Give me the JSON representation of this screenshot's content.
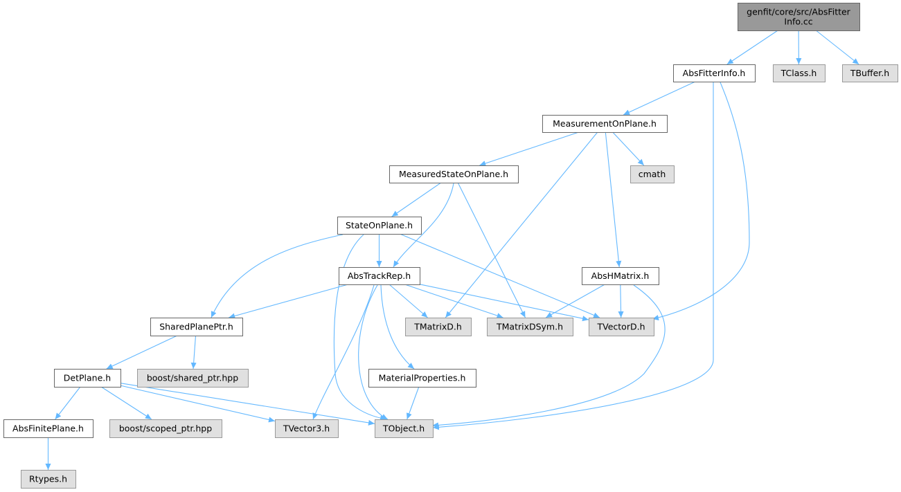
{
  "colors": {
    "root_fill": "#999999",
    "root_stroke": "#666666",
    "local_fill": "#ffffff",
    "local_stroke": "#666666",
    "external_fill": "#e0e0e0",
    "external_stroke": "#999999",
    "edge": "#63b8ff",
    "text": "#000000"
  },
  "nodes": [
    {
      "id": "root",
      "kind": "root",
      "lines": [
        "genfit/core/src/AbsFitter",
        "Info.cc"
      ]
    },
    {
      "id": "absfitterinfo",
      "kind": "local",
      "lines": [
        "AbsFitterInfo.h"
      ]
    },
    {
      "id": "tclass",
      "kind": "external",
      "lines": [
        "TClass.h"
      ]
    },
    {
      "id": "tbuffer",
      "kind": "external",
      "lines": [
        "TBuffer.h"
      ]
    },
    {
      "id": "measurementonplane",
      "kind": "local",
      "lines": [
        "MeasurementOnPlane.h"
      ]
    },
    {
      "id": "measuredstateonplane",
      "kind": "local",
      "lines": [
        "MeasuredStateOnPlane.h"
      ]
    },
    {
      "id": "cmath",
      "kind": "external",
      "lines": [
        "cmath"
      ]
    },
    {
      "id": "stateonplane",
      "kind": "local",
      "lines": [
        "StateOnPlane.h"
      ]
    },
    {
      "id": "abstrackrep",
      "kind": "local",
      "lines": [
        "AbsTrackRep.h"
      ]
    },
    {
      "id": "abshmatrix",
      "kind": "local",
      "lines": [
        "AbsHMatrix.h"
      ]
    },
    {
      "id": "sharedplaneptr",
      "kind": "local",
      "lines": [
        "SharedPlanePtr.h"
      ]
    },
    {
      "id": "tmatrixd",
      "kind": "external",
      "lines": [
        "TMatrixD.h"
      ]
    },
    {
      "id": "tmatrixdsym",
      "kind": "external",
      "lines": [
        "TMatrixDSym.h"
      ]
    },
    {
      "id": "tvectord",
      "kind": "external",
      "lines": [
        "TVectorD.h"
      ]
    },
    {
      "id": "detplane",
      "kind": "local",
      "lines": [
        "DetPlane.h"
      ]
    },
    {
      "id": "boostshared",
      "kind": "external",
      "lines": [
        "boost/shared_ptr.hpp"
      ]
    },
    {
      "id": "materialproperties",
      "kind": "local",
      "lines": [
        "MaterialProperties.h"
      ]
    },
    {
      "id": "absfiniteplane",
      "kind": "local",
      "lines": [
        "AbsFinitePlane.h"
      ]
    },
    {
      "id": "boostscoped",
      "kind": "external",
      "lines": [
        "boost/scoped_ptr.hpp"
      ]
    },
    {
      "id": "tvector3",
      "kind": "external",
      "lines": [
        "TVector3.h"
      ]
    },
    {
      "id": "tobject",
      "kind": "external",
      "lines": [
        "TObject.h"
      ]
    },
    {
      "id": "rtypes",
      "kind": "external",
      "lines": [
        "Rtypes.h"
      ]
    }
  ],
  "edges": [
    {
      "from": "root",
      "to": "absfitterinfo"
    },
    {
      "from": "root",
      "to": "tclass"
    },
    {
      "from": "root",
      "to": "tbuffer"
    },
    {
      "from": "absfitterinfo",
      "to": "measurementonplane"
    },
    {
      "from": "absfitterinfo",
      "to": "tvectord"
    },
    {
      "from": "absfitterinfo",
      "to": "tobject"
    },
    {
      "from": "measurementonplane",
      "to": "measuredstateonplane"
    },
    {
      "from": "measurementonplane",
      "to": "cmath"
    },
    {
      "from": "measurementonplane",
      "to": "abshmatrix"
    },
    {
      "from": "measurementonplane",
      "to": "tmatrixd"
    },
    {
      "from": "measuredstateonplane",
      "to": "stateonplane"
    },
    {
      "from": "measuredstateonplane",
      "to": "abstrackrep"
    },
    {
      "from": "measuredstateonplane",
      "to": "tmatrixdsym"
    },
    {
      "from": "stateonplane",
      "to": "abstrackrep"
    },
    {
      "from": "stateonplane",
      "to": "sharedplaneptr"
    },
    {
      "from": "stateonplane",
      "to": "tvectord"
    },
    {
      "from": "stateonplane",
      "to": "tobject"
    },
    {
      "from": "abstrackrep",
      "to": "sharedplaneptr"
    },
    {
      "from": "abstrackrep",
      "to": "tmatrixd"
    },
    {
      "from": "abstrackrep",
      "to": "tmatrixdsym"
    },
    {
      "from": "abstrackrep",
      "to": "tvectord"
    },
    {
      "from": "abstrackrep",
      "to": "materialproperties"
    },
    {
      "from": "abstrackrep",
      "to": "tvector3"
    },
    {
      "from": "abstrackrep",
      "to": "tobject"
    },
    {
      "from": "abshmatrix",
      "to": "tmatrixdsym"
    },
    {
      "from": "abshmatrix",
      "to": "tvectord"
    },
    {
      "from": "abshmatrix",
      "to": "tobject"
    },
    {
      "from": "sharedplaneptr",
      "to": "detplane"
    },
    {
      "from": "sharedplaneptr",
      "to": "boostshared"
    },
    {
      "from": "detplane",
      "to": "absfiniteplane"
    },
    {
      "from": "detplane",
      "to": "boostscoped"
    },
    {
      "from": "detplane",
      "to": "tvector3"
    },
    {
      "from": "detplane",
      "to": "tobject"
    },
    {
      "from": "materialproperties",
      "to": "tobject"
    },
    {
      "from": "absfiniteplane",
      "to": "rtypes"
    }
  ]
}
